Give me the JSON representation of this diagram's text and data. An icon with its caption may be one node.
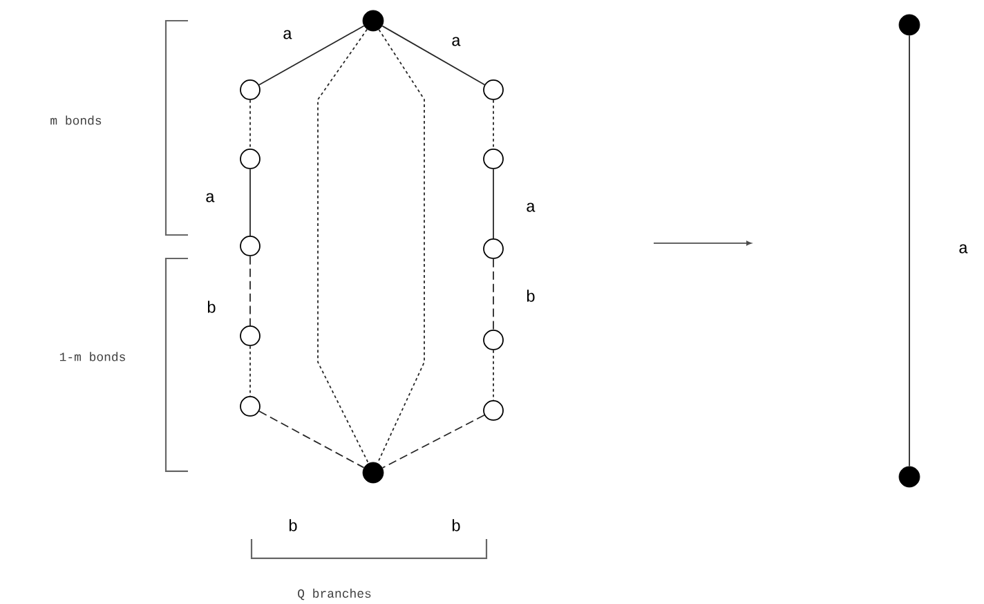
{
  "diagram": {
    "nodes": [
      {
        "text": [],
        "shape": "dot"
      },
      {
        "text": [],
        "shape": "circle"
      },
      {
        "text": [],
        "shape": "circle"
      },
      {
        "text": [],
        "shape": "circle"
      },
      {
        "text": [],
        "shape": "circle"
      },
      {
        "text": [],
        "shape": "circle"
      },
      {
        "text": [],
        "shape": "circle"
      },
      {
        "text": [],
        "shape": "circle"
      },
      {
        "text": [],
        "shape": "circle"
      },
      {
        "text": [],
        "shape": "circle"
      },
      {
        "text": [],
        "shape": "circle"
      },
      {
        "text": [],
        "shape": "dot"
      },
      {
        "text": [],
        "shape": "dot"
      },
      {
        "text": [],
        "shape": "dot"
      }
    ],
    "edges": [
      {
        "from": 0,
        "to": 1,
        "arrow": "none",
        "label": "a"
      },
      {
        "from": 1,
        "to": 2,
        "arrow": "none",
        "style": "dashed"
      },
      {
        "from": 2,
        "to": 3,
        "arrow": "none",
        "label": "a"
      },
      {
        "from": 3,
        "to": 4,
        "arrow": "none",
        "style": "dashed",
        "label": "b"
      },
      {
        "from": 4,
        "to": 5,
        "arrow": "none",
        "style": "dashed"
      },
      {
        "from": 5,
        "to": 11,
        "arrow": "none",
        "style": "dashed",
        "label": "b"
      },
      {
        "from": 0,
        "to": 6,
        "arrow": "none",
        "label": "a"
      },
      {
        "from": 6,
        "to": 7,
        "arrow": "none",
        "style": "dashed"
      },
      {
        "from": 7,
        "to": 8,
        "arrow": "none",
        "label": "a"
      },
      {
        "from": 8,
        "to": 9,
        "arrow": "none",
        "style": "dashed",
        "label": "b"
      },
      {
        "from": 9,
        "to": 10,
        "arrow": "none",
        "style": "dashed"
      },
      {
        "from": 10,
        "to": 11,
        "arrow": "none",
        "style": "dashed",
        "label": "b"
      },
      {
        "from": 0,
        "to": 11,
        "arrow": "none",
        "style": "dashed"
      },
      {
        "from": 0,
        "to": 11,
        "arrow": "none",
        "style": "dashed"
      },
      {
        "from": 12,
        "to": 13,
        "arrow": "none",
        "label": "a"
      }
    ],
    "labels": [
      "m bonds",
      "1-m bonds",
      "Q branches"
    ]
  }
}
